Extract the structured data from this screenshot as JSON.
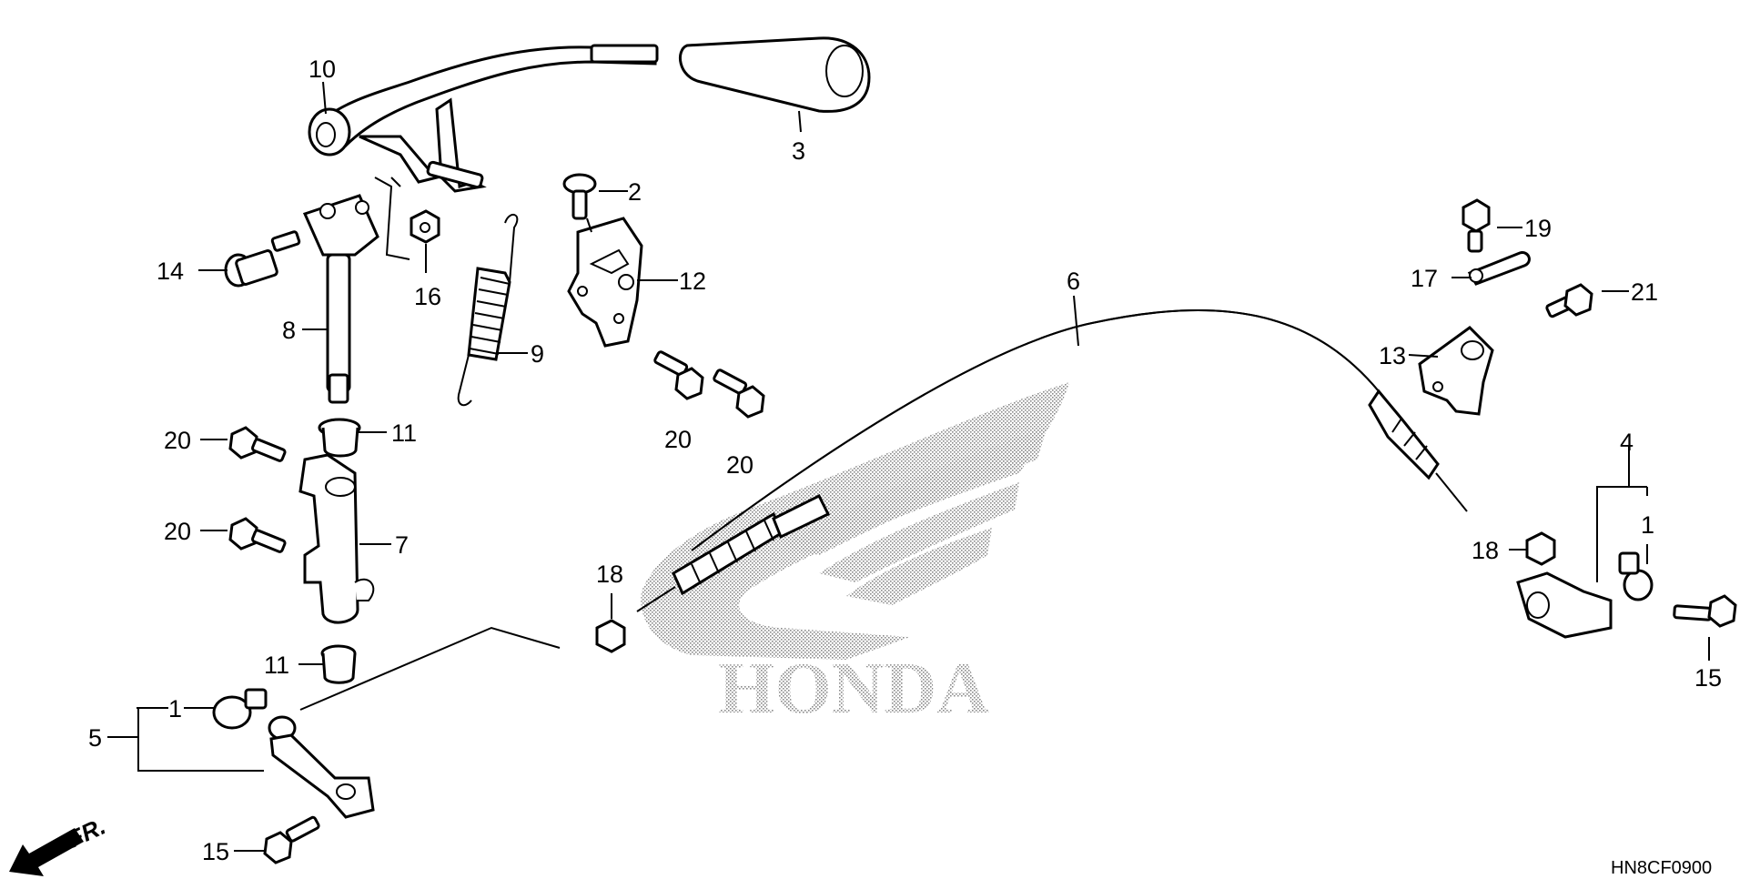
{
  "diagram_code": "HN8CF0900",
  "direction_label": "FR.",
  "watermark_text": "HONDA",
  "callouts": [
    {
      "id": "c10",
      "text": "10"
    },
    {
      "id": "c3",
      "text": "3"
    },
    {
      "id": "c2",
      "text": "2"
    },
    {
      "id": "c12",
      "text": "12"
    },
    {
      "id": "c14",
      "text": "14"
    },
    {
      "id": "c16",
      "text": "16"
    },
    {
      "id": "c8",
      "text": "8"
    },
    {
      "id": "c9",
      "text": "9"
    },
    {
      "id": "c11a",
      "text": "11"
    },
    {
      "id": "c20a",
      "text": "20"
    },
    {
      "id": "c20b",
      "text": "20"
    },
    {
      "id": "c20c",
      "text": "20"
    },
    {
      "id": "c20d",
      "text": "20"
    },
    {
      "id": "c7",
      "text": "7"
    },
    {
      "id": "c11b",
      "text": "11"
    },
    {
      "id": "c1a",
      "text": "1"
    },
    {
      "id": "c5",
      "text": "5"
    },
    {
      "id": "c15a",
      "text": "15"
    },
    {
      "id": "c18a",
      "text": "18"
    },
    {
      "id": "c6",
      "text": "6"
    },
    {
      "id": "c19",
      "text": "19"
    },
    {
      "id": "c17",
      "text": "17"
    },
    {
      "id": "c21",
      "text": "21"
    },
    {
      "id": "c13",
      "text": "13"
    },
    {
      "id": "c4",
      "text": "4"
    },
    {
      "id": "c1b",
      "text": "1"
    },
    {
      "id": "c18b",
      "text": "18"
    },
    {
      "id": "c15b",
      "text": "15"
    }
  ]
}
